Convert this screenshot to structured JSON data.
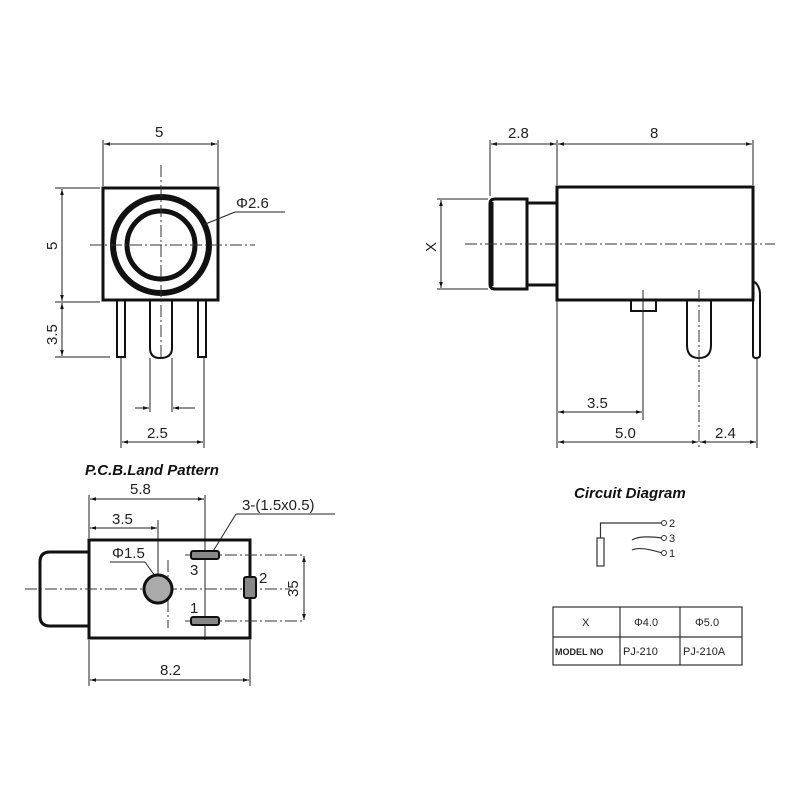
{
  "front_view": {
    "width_dim": "5",
    "height_dim": "5",
    "pin_length_dim": "3.5",
    "pin_pitch_dim": "2.5",
    "bore_dim": "Φ2.6"
  },
  "side_view": {
    "nose_dim": "2.8",
    "body_length_dim": "8",
    "diameter_label": "X",
    "peg_offset_dim": "3.5",
    "pin_offset_dim": "5.0",
    "tab_offset_dim": "2.4"
  },
  "pcb": {
    "title": "P.C.B.Land Pattern",
    "pad_dim": "3-(1.5x0.5)",
    "span_dim": "5.8",
    "hole_offset_dim": "3.5",
    "hole_dim": "Φ1.5",
    "pin_spacing_dim": "35",
    "length_dim": "8.2",
    "pin_labels": [
      "3",
      "2",
      "1"
    ]
  },
  "circuit": {
    "title": "Circuit Diagram",
    "terminals": [
      "2",
      "3",
      "1"
    ]
  },
  "model_table": {
    "header": [
      "X",
      "Φ4.0",
      "Φ5.0"
    ],
    "row": [
      "MODEL NO",
      "PJ-210",
      "PJ-210A"
    ]
  }
}
